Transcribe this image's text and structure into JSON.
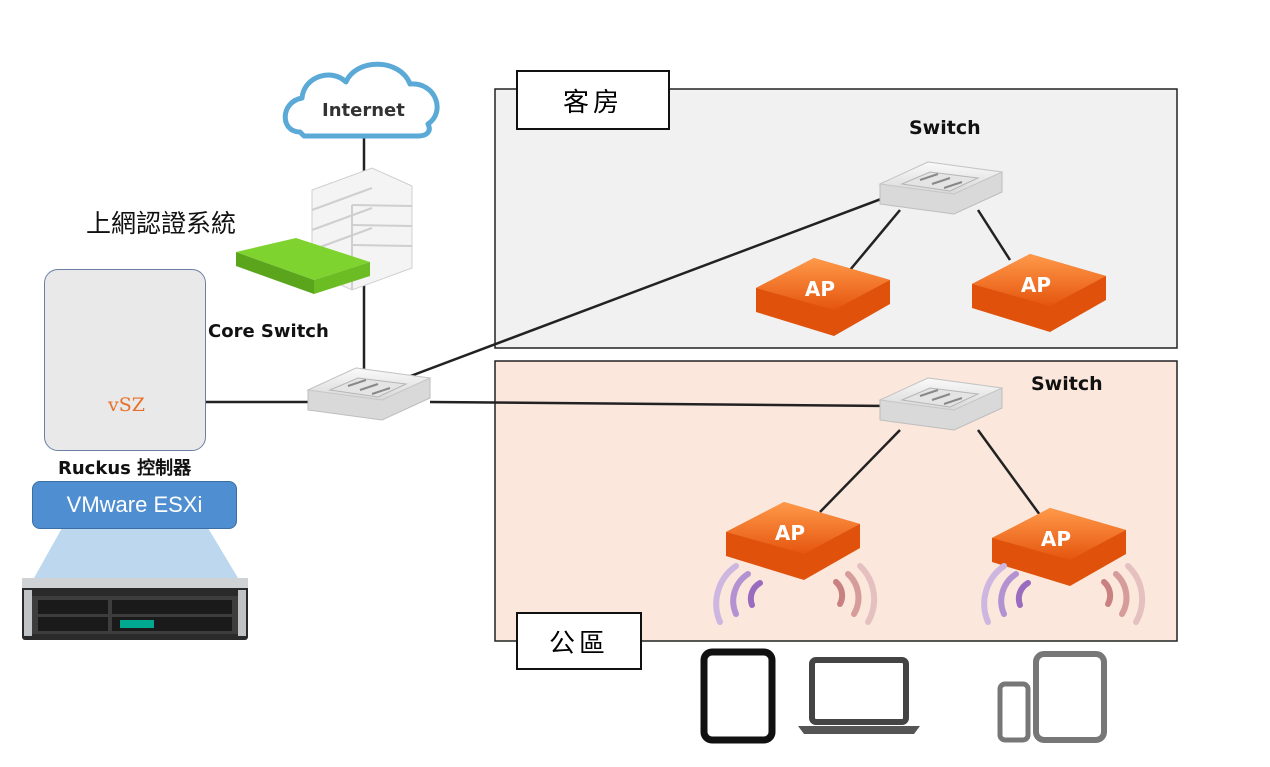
{
  "zones": {
    "guest_room": {
      "label": "客房",
      "switch_label": "Switch"
    },
    "public_area": {
      "label": "公區",
      "switch_label": "Switch"
    }
  },
  "cloud": {
    "label": "Internet"
  },
  "auth_system": {
    "label": "上網認證系統"
  },
  "core_switch": {
    "label": "Core Switch"
  },
  "controller": {
    "inner_label": "vSZ",
    "caption": "Ruckus 控制器",
    "hypervisor": "VMware ESXi"
  },
  "access_points": {
    "label": "AP"
  },
  "colors": {
    "guest_zone_bg": "#f1f1f1",
    "public_zone_bg": "#fbe7db",
    "ap_orange": "#f26a1b",
    "esxi_blue": "#4f8fd1",
    "signal_purple": "#9a6cc0",
    "signal_rose": "#c98080"
  }
}
